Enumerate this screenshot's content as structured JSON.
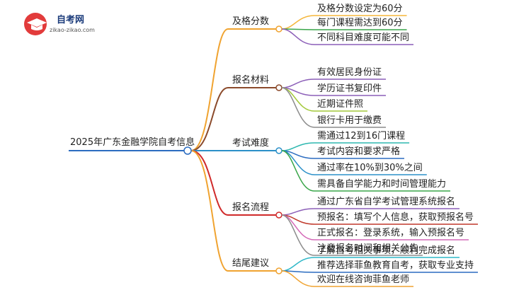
{
  "logo": {
    "name": "自考网",
    "url": "zikao-zikao.com"
  },
  "root": {
    "label": "2025年广东金融学院自考信息"
  },
  "branches": [
    {
      "label": "及格分数",
      "color": "#f0a330",
      "leaves": [
        {
          "label": "及格分数设定为60分",
          "color": "#f5b63a"
        },
        {
          "label": "每门课程需达到60分",
          "color": "#3aa64a"
        },
        {
          "label": "不同科目难度可能不同",
          "color": "#8c5fb8"
        }
      ]
    },
    {
      "label": "报名材料",
      "color": "#8b4a2b",
      "leaves": [
        {
          "label": "有效居民身份证",
          "color": "#8c5fb8"
        },
        {
          "label": "学历证书复印件",
          "color": "#8c5fb8"
        },
        {
          "label": "近期证件照",
          "color": "#a3c93a"
        },
        {
          "label": "银行卡用于缴费",
          "color": "#8c8c8c"
        }
      ]
    },
    {
      "label": "考试难度",
      "color": "#2b90c8",
      "leaves": [
        {
          "label": "需通过12到16门课程",
          "color": "#2fb8b0"
        },
        {
          "label": "考试内容和要求严格",
          "color": "#2b6cc0"
        },
        {
          "label": "通过率在10%到30%之间",
          "color": "#2b90c8"
        },
        {
          "label": "需具备自学能力和时间管理能力",
          "color": "#3aa64a"
        }
      ]
    },
    {
      "label": "报名流程",
      "color": "#d02a2a",
      "leaves": [
        {
          "label": "通过广东省自学考试管理系统报名",
          "color": "#8c5fb8"
        },
        {
          "label": "预报名：填写个人信息，获取预报名号",
          "color": "#c0392b"
        },
        {
          "label": "正式报名：登录系统，输入预报名号",
          "color": "#d46ab8"
        },
        {
          "label": "注意报名时间和相关公告",
          "color": "#8c8c8c"
        }
      ]
    },
    {
      "label": "结尾建议",
      "color": "#f0a330",
      "leaves": [
        {
          "label": "了解自考相关事项，顺利完成报名",
          "color": "#2fb8c8"
        },
        {
          "label": "推荐选择菲鱼教育自考，获取专业支持",
          "color": "#2b6cc0"
        },
        {
          "label": "欢迎在线咨询菲鱼老师",
          "color": "#f0a330"
        }
      ]
    }
  ]
}
